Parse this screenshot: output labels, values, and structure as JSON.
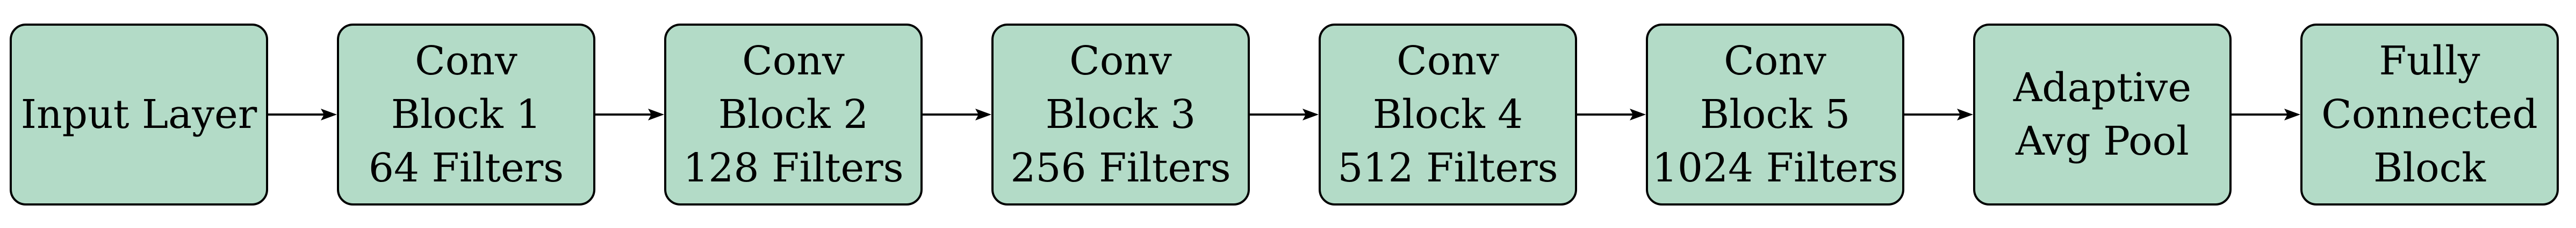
{
  "colors": {
    "block_fill": "#b3dbc7",
    "block_border": "#000000",
    "arrow": "#000000"
  },
  "blocks": [
    {
      "lines": [
        "Input Layer"
      ]
    },
    {
      "lines": [
        "Conv",
        "Block 1",
        "64 Filters"
      ]
    },
    {
      "lines": [
        "Conv",
        "Block 2",
        "128 Filters"
      ]
    },
    {
      "lines": [
        "Conv",
        "Block 3",
        "256 Filters"
      ]
    },
    {
      "lines": [
        "Conv",
        "Block 4",
        "512 Filters"
      ]
    },
    {
      "lines": [
        "Conv",
        "Block 5",
        "1024 Filters"
      ]
    },
    {
      "lines": [
        "Adaptive",
        "Avg Pool"
      ]
    },
    {
      "lines": [
        "Fully",
        "Connected",
        "Block"
      ]
    }
  ]
}
